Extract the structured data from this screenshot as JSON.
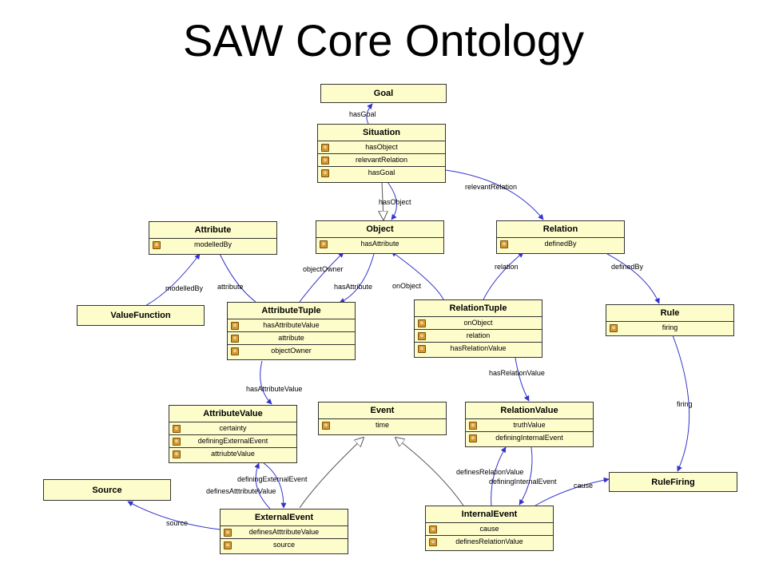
{
  "title": "SAW Core Ontology",
  "classes": {
    "goal": {
      "name": "Goal",
      "properties": []
    },
    "situation": {
      "name": "Situation",
      "properties": [
        "hasObject",
        "relevantRelation",
        "hasGoal"
      ]
    },
    "attribute": {
      "name": "Attribute",
      "properties": [
        "modelledBy"
      ]
    },
    "object": {
      "name": "Object",
      "properties": [
        "hasAttribute"
      ]
    },
    "relation": {
      "name": "Relation",
      "properties": [
        "definedBy"
      ]
    },
    "value_function": {
      "name": "ValueFunction",
      "properties": []
    },
    "attribute_tuple": {
      "name": "AttributeTuple",
      "properties": [
        "hasAttributeValue",
        "attribute",
        "objectOwner"
      ]
    },
    "relation_tuple": {
      "name": "RelationTuple",
      "properties": [
        "onObject",
        "relation",
        "hasRelationValue"
      ]
    },
    "rule": {
      "name": "Rule",
      "properties": [
        "firing"
      ]
    },
    "attribute_value": {
      "name": "AttributeValue",
      "properties": [
        "certainty",
        "definingExternalEvent",
        "attriubteValue"
      ]
    },
    "event": {
      "name": "Event",
      "properties": [
        "time"
      ]
    },
    "relation_value": {
      "name": "RelationValue",
      "properties": [
        "truthValue",
        "definingInternalEvent"
      ]
    },
    "source": {
      "name": "Source",
      "properties": []
    },
    "rule_firing": {
      "name": "RuleFiring",
      "properties": []
    },
    "external_event": {
      "name": "ExternalEvent",
      "properties": [
        "definesAtttributeValue",
        "source"
      ]
    },
    "internal_event": {
      "name": "InternalEvent",
      "properties": [
        "cause",
        "definesRelationValue"
      ]
    }
  },
  "property_icons": {
    "default": "o",
    "external_event": "u",
    "internal_event": "u"
  },
  "edge_labels": {
    "hasGoal": "hasGoal",
    "relevantRelation": "relevantRelation",
    "hasObject": "hasObject",
    "modelledBy": "modelledBy",
    "attribute": "attribute",
    "objectOwner": "objectOwner",
    "hasAttribute": "hasAttribute",
    "onObject": "onObject",
    "relation": "relation",
    "definedBy": "definedBy",
    "hasAttributeValue": "hasAttributeValue",
    "hasRelationValue": "hasRelationValue",
    "firing": "firing",
    "definingExternalEvent": "definingExternalEvent",
    "definesAtttributeValue": "definesAtttributeValue",
    "definesRelationValue": "definesRelationValue",
    "definingInternalEvent": "definingInternalEvent",
    "cause": "cause",
    "source": "source"
  },
  "colors": {
    "box_fill": "#fdfdcc",
    "edge": "#3333cc",
    "icon": "#d69a2c",
    "inheritance": "#555555"
  }
}
